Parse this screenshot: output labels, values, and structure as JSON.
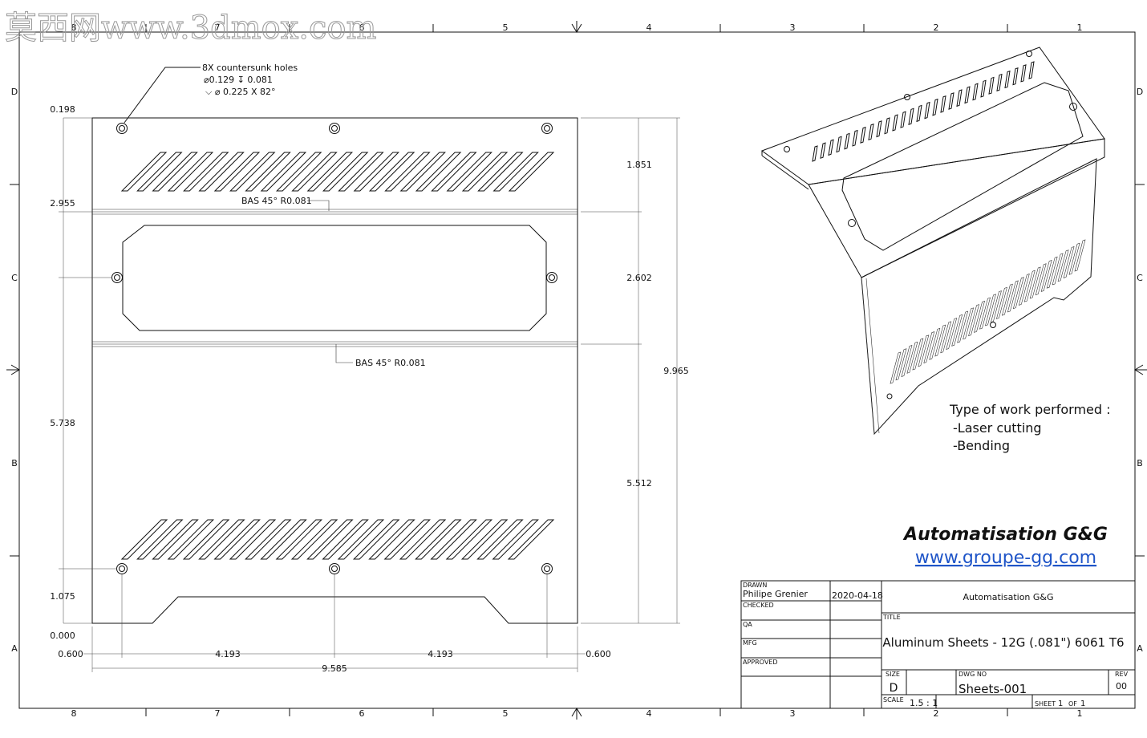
{
  "watermark": "莫西网www.3dmox.com",
  "zones": {
    "columns_top": [
      "8",
      "7",
      "6",
      "5",
      "4",
      "3",
      "2",
      "1"
    ],
    "columns_bottom": [
      "8",
      "7",
      "6",
      "5",
      "4",
      "3",
      "2",
      "1"
    ],
    "rows_left": [
      "D",
      "C",
      "B",
      "A"
    ],
    "rows_right": [
      "D",
      "C",
      "B",
      "A"
    ]
  },
  "annotations": {
    "holes_line1": "8X countersunk holes",
    "holes_line2": "⌀0.129 ↧ 0.081",
    "holes_line3": "⌵ ⌀ 0.225 X 82°",
    "bend_top": "BAS 45° R0.081",
    "bend_bottom": "BAS 45° R0.081"
  },
  "dimensions": {
    "left": [
      "0.198",
      "2.955",
      "5.738",
      "1.075",
      "0.000"
    ],
    "right": [
      "1.851",
      "2.602",
      "5.512"
    ],
    "overall_height": "9.965",
    "bottom": [
      "0.600",
      "4.193",
      "4.193",
      "0.600"
    ],
    "overall_width": "9.585"
  },
  "work_notes": {
    "heading": "Type of work performed :",
    "items": [
      "-Laser cutting",
      "-Bending"
    ]
  },
  "company": {
    "name": "Automatisation G&G",
    "url": "www.groupe-gg.com"
  },
  "title_block": {
    "drawn_label": "DRAWN",
    "drawn_by": "Philipe Grenier",
    "drawn_date": "2020-04-18",
    "checked_label": "CHECKED",
    "qa_label": "QA",
    "mfg_label": "MFG",
    "approved_label": "APPROVED",
    "company": "Automatisation G&G",
    "title_label": "TITLE",
    "title": "Aluminum Sheets - 12G (.081\")  6061 T6",
    "size_label": "SIZE",
    "size": "D",
    "dwg_no_label": "DWG NO",
    "dwg_no": "Sheets-001",
    "rev_label": "REV",
    "rev": "00",
    "scale_label": "SCALE",
    "scale": "1.5 : 1",
    "sheet_label": "SHEET",
    "sheet_num": "1",
    "of_label": "OF",
    "sheet_total": "1"
  }
}
